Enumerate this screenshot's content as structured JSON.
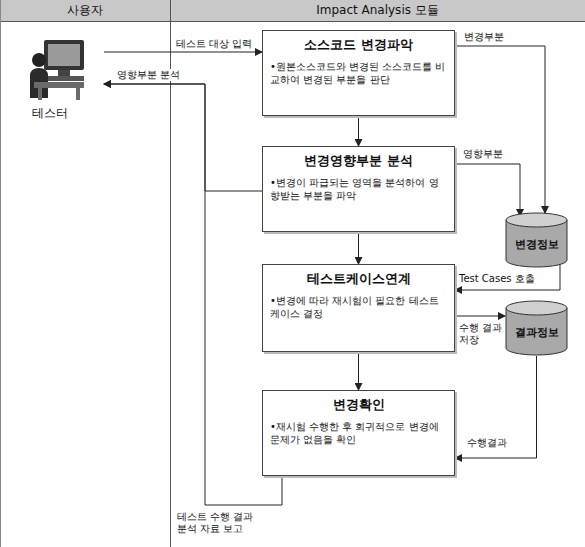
{
  "diagram": {
    "nodes": [
      {
        "text": [
          "테스터"
        ]
      },
      {
        "text": [
          "소스코드 변경파악",
          "•원본소스코드와 변경된 소스코드를 비교하여 변경된 부분을 판단"
        ]
      },
      {
        "text": [
          "변경영향부분 분석",
          "•변경이 파급되는 영역을 분석하여 영향받는 부분을 파악"
        ]
      },
      {
        "text": [
          "테스트케이스연계",
          "•변경에 따라 재시험이 필요한 테스트케이스 결정"
        ]
      },
      {
        "text": [
          "변경확인",
          "•재시험 수행한 후 회귀적으로 변경에 문제가 없음을 확인"
        ]
      },
      {
        "text": [
          "변경정보"
        ]
      },
      {
        "text": [
          "결과정보"
        ]
      }
    ],
    "edges": [
      {
        "from": 0,
        "to": 1,
        "arrow": "to",
        "label": "테스트 대상 입력"
      },
      {
        "from": 2,
        "to": 0,
        "arrow": "to",
        "label": "영향부분 분석"
      },
      {
        "from": 4,
        "to": 0,
        "arrow": "to",
        "label": "테스트 수행 결과 분석 자료 보고"
      },
      {
        "from": 1,
        "to": 2,
        "arrow": "to"
      },
      {
        "from": 2,
        "to": 3,
        "arrow": "to"
      },
      {
        "from": 3,
        "to": 4,
        "arrow": "to"
      },
      {
        "from": 1,
        "to": 5,
        "arrow": "to",
        "label": "변경부분"
      },
      {
        "from": 2,
        "to": 5,
        "arrow": "to",
        "label": "영향부분"
      },
      {
        "from": 5,
        "to": 3,
        "arrow": "to",
        "label": "Test Cases 호출"
      },
      {
        "from": 3,
        "to": 6,
        "arrow": "to",
        "label": "수행 결과 저장"
      },
      {
        "from": 6,
        "to": 4,
        "arrow": "to",
        "label": "수행결과"
      }
    ],
    "labels": [
      "사용자",
      "Impact Analysis 모듈"
    ]
  }
}
